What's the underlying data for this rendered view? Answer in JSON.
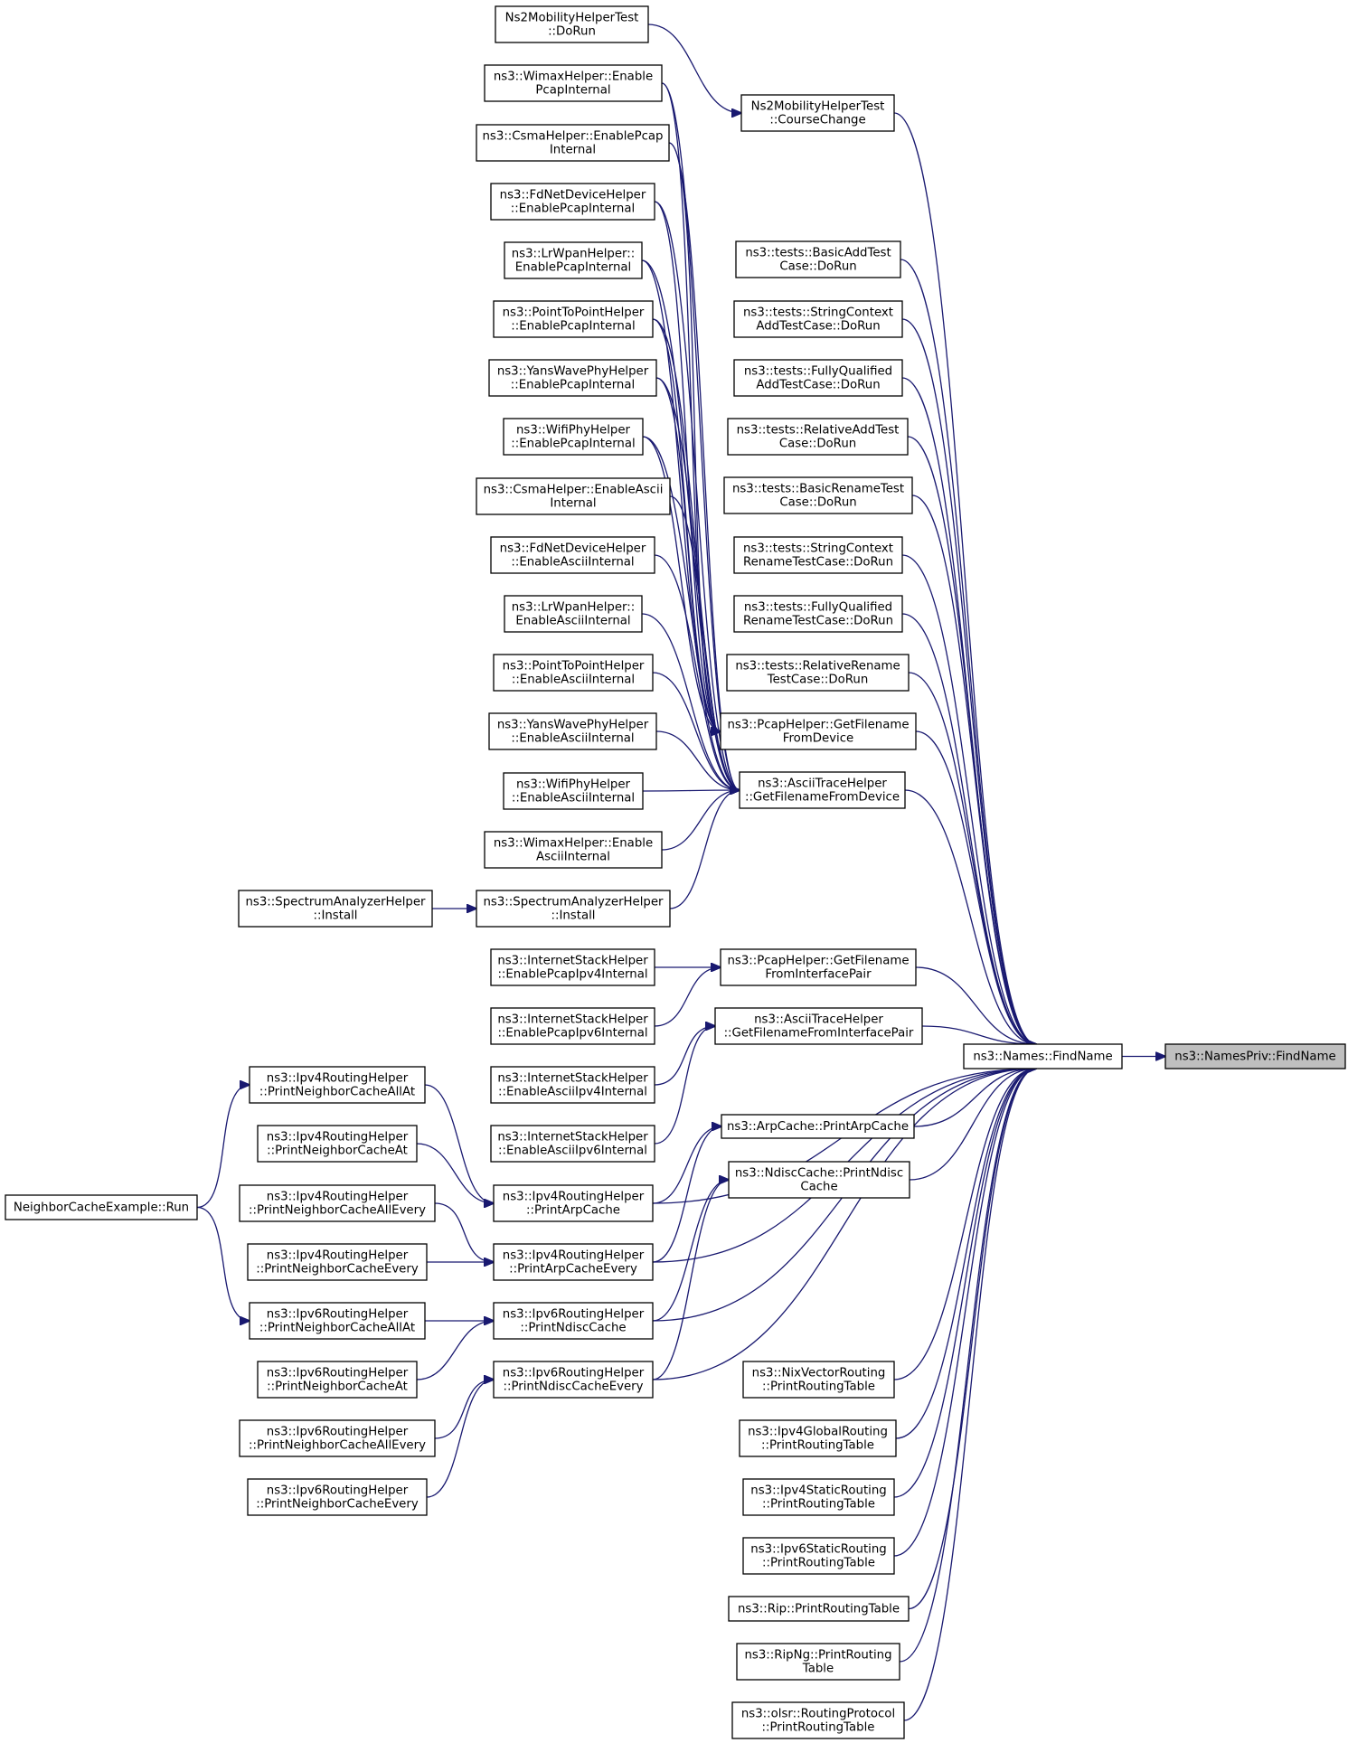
{
  "colors": {
    "edge": "#191970",
    "node_border": "#000000",
    "node_fill": "#ffffff",
    "focus_fill": "#bfbfbf"
  },
  "nodes": [
    {
      "id": "namespriv_findname",
      "lines": [
        "ns3::NamesPriv::FindName"
      ],
      "focus": true
    },
    {
      "id": "names_findname",
      "lines": [
        "ns3::Names::FindName"
      ]
    },
    {
      "id": "ns2_dorun",
      "lines": [
        "Ns2MobilityHelperTest",
        "::DoRun"
      ]
    },
    {
      "id": "ns2_coursechange",
      "lines": [
        "Ns2MobilityHelperTest",
        "::CourseChange"
      ]
    },
    {
      "id": "wimax_pcap",
      "lines": [
        "ns3::WimaxHelper::Enable",
        "PcapInternal"
      ]
    },
    {
      "id": "csma_pcap",
      "lines": [
        "ns3::CsmaHelper::EnablePcap",
        "Internal"
      ]
    },
    {
      "id": "fdnet_pcap",
      "lines": [
        "ns3::FdNetDeviceHelper",
        "::EnablePcapInternal"
      ]
    },
    {
      "id": "lrwpan_pcap",
      "lines": [
        "ns3::LrWpanHelper::",
        "EnablePcapInternal"
      ]
    },
    {
      "id": "p2p_pcap",
      "lines": [
        "ns3::PointToPointHelper",
        "::EnablePcapInternal"
      ]
    },
    {
      "id": "yans_pcap",
      "lines": [
        "ns3::YansWavePhyHelper",
        "::EnablePcapInternal"
      ]
    },
    {
      "id": "wifi_pcap",
      "lines": [
        "ns3::WifiPhyHelper",
        "::EnablePcapInternal"
      ]
    },
    {
      "id": "csma_ascii",
      "lines": [
        "ns3::CsmaHelper::EnableAscii",
        "Internal"
      ]
    },
    {
      "id": "fdnet_ascii",
      "lines": [
        "ns3::FdNetDeviceHelper",
        "::EnableAsciiInternal"
      ]
    },
    {
      "id": "lrwpan_ascii",
      "lines": [
        "ns3::LrWpanHelper::",
        "EnableAsciiInternal"
      ]
    },
    {
      "id": "p2p_ascii",
      "lines": [
        "ns3::PointToPointHelper",
        "::EnableAsciiInternal"
      ]
    },
    {
      "id": "yans_ascii",
      "lines": [
        "ns3::YansWavePhyHelper",
        "::EnableAsciiInternal"
      ]
    },
    {
      "id": "wifi_ascii",
      "lines": [
        "ns3::WifiPhyHelper",
        "::EnableAsciiInternal"
      ]
    },
    {
      "id": "wimax_ascii",
      "lines": [
        "ns3::WimaxHelper::Enable",
        "AsciiInternal"
      ]
    },
    {
      "id": "spectrum_install_l",
      "lines": [
        "ns3::SpectrumAnalyzerHelper",
        "::Install"
      ]
    },
    {
      "id": "spectrum_install_r",
      "lines": [
        "ns3::SpectrumAnalyzerHelper",
        "::Install"
      ]
    },
    {
      "id": "basic_add",
      "lines": [
        "ns3::tests::BasicAddTest",
        "Case::DoRun"
      ]
    },
    {
      "id": "string_add",
      "lines": [
        "ns3::tests::StringContext",
        "AddTestCase::DoRun"
      ]
    },
    {
      "id": "fully_add",
      "lines": [
        "ns3::tests::FullyQualified",
        "AddTestCase::DoRun"
      ]
    },
    {
      "id": "relative_add",
      "lines": [
        "ns3::tests::RelativeAddTest",
        "Case::DoRun"
      ]
    },
    {
      "id": "basic_rename",
      "lines": [
        "ns3::tests::BasicRenameTest",
        "Case::DoRun"
      ]
    },
    {
      "id": "string_rename",
      "lines": [
        "ns3::tests::StringContext",
        "RenameTestCase::DoRun"
      ]
    },
    {
      "id": "fully_rename",
      "lines": [
        "ns3::tests::FullyQualified",
        "RenameTestCase::DoRun"
      ]
    },
    {
      "id": "relative_rename",
      "lines": [
        "ns3::tests::RelativeRename",
        "TestCase::DoRun"
      ]
    },
    {
      "id": "pcap_getfn_device",
      "lines": [
        "ns3::PcapHelper::GetFilename",
        "FromDevice"
      ]
    },
    {
      "id": "ascii_getfn_device",
      "lines": [
        "ns3::AsciiTraceHelper",
        "::GetFilenameFromDevice"
      ]
    },
    {
      "id": "ish_pcap4",
      "lines": [
        "ns3::InternetStackHelper",
        "::EnablePcapIpv4Internal"
      ]
    },
    {
      "id": "ish_pcap6",
      "lines": [
        "ns3::InternetStackHelper",
        "::EnablePcapIpv6Internal"
      ]
    },
    {
      "id": "ish_ascii4",
      "lines": [
        "ns3::InternetStackHelper",
        "::EnableAsciiIpv4Internal"
      ]
    },
    {
      "id": "ish_ascii6",
      "lines": [
        "ns3::InternetStackHelper",
        "::EnableAsciiIpv6Internal"
      ]
    },
    {
      "id": "pcap_getfn_if",
      "lines": [
        "ns3::PcapHelper::GetFilename",
        "FromInterfacePair"
      ]
    },
    {
      "id": "ascii_getfn_if",
      "lines": [
        "ns3::AsciiTraceHelper",
        "::GetFilenameFromInterfacePair"
      ]
    },
    {
      "id": "arpcache_print",
      "lines": [
        "ns3::ArpCache::PrintArpCache"
      ]
    },
    {
      "id": "ndisc_print",
      "lines": [
        "ns3::NdiscCache::PrintNdisc",
        "Cache"
      ]
    },
    {
      "id": "nbr_run",
      "lines": [
        "NeighborCacheExample::Run"
      ]
    },
    {
      "id": "ipv4rh_allat",
      "lines": [
        "ns3::Ipv4RoutingHelper",
        "::PrintNeighborCacheAllAt"
      ]
    },
    {
      "id": "ipv4rh_at",
      "lines": [
        "ns3::Ipv4RoutingHelper",
        "::PrintNeighborCacheAt"
      ]
    },
    {
      "id": "ipv4rh_allevery",
      "lines": [
        "ns3::Ipv4RoutingHelper",
        "::PrintNeighborCacheAllEvery"
      ]
    },
    {
      "id": "ipv4rh_every",
      "lines": [
        "ns3::Ipv4RoutingHelper",
        "::PrintNeighborCacheEvery"
      ]
    },
    {
      "id": "ipv6rh_allat",
      "lines": [
        "ns3::Ipv6RoutingHelper",
        "::PrintNeighborCacheAllAt"
      ]
    },
    {
      "id": "ipv6rh_at",
      "lines": [
        "ns3::Ipv6RoutingHelper",
        "::PrintNeighborCacheAt"
      ]
    },
    {
      "id": "ipv6rh_allevery",
      "lines": [
        "ns3::Ipv6RoutingHelper",
        "::PrintNeighborCacheAllEvery"
      ]
    },
    {
      "id": "ipv6rh_every",
      "lines": [
        "ns3::Ipv6RoutingHelper",
        "::PrintNeighborCacheEvery"
      ]
    },
    {
      "id": "ipv4rh_printarp",
      "lines": [
        "ns3::Ipv4RoutingHelper",
        "::PrintArpCache"
      ]
    },
    {
      "id": "ipv4rh_printarpevery",
      "lines": [
        "ns3::Ipv4RoutingHelper",
        "::PrintArpCacheEvery"
      ]
    },
    {
      "id": "ipv6rh_printndisc",
      "lines": [
        "ns3::Ipv6RoutingHelper",
        "::PrintNdiscCache"
      ]
    },
    {
      "id": "ipv6rh_printndiscevery",
      "lines": [
        "ns3::Ipv6RoutingHelper",
        "::PrintNdiscCacheEvery"
      ]
    },
    {
      "id": "nix_rt",
      "lines": [
        "ns3::NixVectorRouting",
        "::PrintRoutingTable"
      ]
    },
    {
      "id": "ipv4global_rt",
      "lines": [
        "ns3::Ipv4GlobalRouting",
        "::PrintRoutingTable"
      ]
    },
    {
      "id": "ipv4static_rt",
      "lines": [
        "ns3::Ipv4StaticRouting",
        "::PrintRoutingTable"
      ]
    },
    {
      "id": "ipv6static_rt",
      "lines": [
        "ns3::Ipv6StaticRouting",
        "::PrintRoutingTable"
      ]
    },
    {
      "id": "rip_rt",
      "lines": [
        "ns3::Rip::PrintRoutingTable"
      ]
    },
    {
      "id": "ripng_rt",
      "lines": [
        "ns3::RipNg::PrintRouting",
        "Table"
      ]
    },
    {
      "id": "olsr_rt",
      "lines": [
        "ns3::olsr::RoutingProtocol",
        "::PrintRoutingTable"
      ]
    }
  ],
  "edges": [
    [
      "names_findname",
      "namespriv_findname"
    ],
    [
      "ns2_coursechange",
      "names_findname"
    ],
    [
      "ns2_dorun",
      "ns2_coursechange"
    ],
    [
      "basic_add",
      "names_findname"
    ],
    [
      "string_add",
      "names_findname"
    ],
    [
      "fully_add",
      "names_findname"
    ],
    [
      "relative_add",
      "names_findname"
    ],
    [
      "basic_rename",
      "names_findname"
    ],
    [
      "string_rename",
      "names_findname"
    ],
    [
      "fully_rename",
      "names_findname"
    ],
    [
      "relative_rename",
      "names_findname"
    ],
    [
      "pcap_getfn_device",
      "names_findname"
    ],
    [
      "ascii_getfn_device",
      "names_findname"
    ],
    [
      "wimax_pcap",
      "pcap_getfn_device"
    ],
    [
      "csma_pcap",
      "pcap_getfn_device"
    ],
    [
      "fdnet_pcap",
      "pcap_getfn_device"
    ],
    [
      "lrwpan_pcap",
      "pcap_getfn_device"
    ],
    [
      "p2p_pcap",
      "pcap_getfn_device"
    ],
    [
      "yans_pcap",
      "pcap_getfn_device"
    ],
    [
      "wifi_pcap",
      "pcap_getfn_device"
    ],
    [
      "wimax_pcap",
      "ascii_getfn_device"
    ],
    [
      "csma_pcap",
      "ascii_getfn_device"
    ],
    [
      "fdnet_pcap",
      "ascii_getfn_device"
    ],
    [
      "lrwpan_pcap",
      "ascii_getfn_device"
    ],
    [
      "p2p_pcap",
      "ascii_getfn_device"
    ],
    [
      "yans_pcap",
      "ascii_getfn_device"
    ],
    [
      "wifi_pcap",
      "ascii_getfn_device"
    ],
    [
      "csma_ascii",
      "ascii_getfn_device"
    ],
    [
      "fdnet_ascii",
      "ascii_getfn_device"
    ],
    [
      "lrwpan_ascii",
      "ascii_getfn_device"
    ],
    [
      "p2p_ascii",
      "ascii_getfn_device"
    ],
    [
      "yans_ascii",
      "ascii_getfn_device"
    ],
    [
      "wifi_ascii",
      "ascii_getfn_device"
    ],
    [
      "wimax_ascii",
      "ascii_getfn_device"
    ],
    [
      "spectrum_install_r",
      "ascii_getfn_device"
    ],
    [
      "spectrum_install_l",
      "spectrum_install_r"
    ],
    [
      "pcap_getfn_if",
      "names_findname"
    ],
    [
      "ish_pcap4",
      "pcap_getfn_if"
    ],
    [
      "ish_pcap6",
      "pcap_getfn_if"
    ],
    [
      "ascii_getfn_if",
      "names_findname"
    ],
    [
      "ish_ascii4",
      "ascii_getfn_if"
    ],
    [
      "ish_ascii6",
      "ascii_getfn_if"
    ],
    [
      "arpcache_print",
      "names_findname"
    ],
    [
      "ipv4rh_printarp",
      "arpcache_print"
    ],
    [
      "ipv4rh_printarpevery",
      "arpcache_print"
    ],
    [
      "ipv4rh_printarp",
      "names_findname"
    ],
    [
      "ipv4rh_printarpevery",
      "names_findname"
    ],
    [
      "ndisc_print",
      "names_findname"
    ],
    [
      "ipv6rh_printndisc",
      "ndisc_print"
    ],
    [
      "ipv6rh_printndiscevery",
      "ndisc_print"
    ],
    [
      "ipv6rh_printndisc",
      "names_findname"
    ],
    [
      "ipv6rh_printndiscevery",
      "names_findname"
    ],
    [
      "ipv4rh_allat",
      "ipv4rh_printarp"
    ],
    [
      "ipv4rh_at",
      "ipv4rh_printarp"
    ],
    [
      "ipv4rh_allevery",
      "ipv4rh_printarpevery"
    ],
    [
      "ipv4rh_every",
      "ipv4rh_printarpevery"
    ],
    [
      "ipv6rh_allat",
      "ipv6rh_printndisc"
    ],
    [
      "ipv6rh_at",
      "ipv6rh_printndisc"
    ],
    [
      "ipv6rh_allevery",
      "ipv6rh_printndiscevery"
    ],
    [
      "ipv6rh_every",
      "ipv6rh_printndiscevery"
    ],
    [
      "nbr_run",
      "ipv4rh_allat"
    ],
    [
      "nbr_run",
      "ipv6rh_allat"
    ],
    [
      "nix_rt",
      "names_findname"
    ],
    [
      "ipv4global_rt",
      "names_findname"
    ],
    [
      "ipv4static_rt",
      "names_findname"
    ],
    [
      "ipv6static_rt",
      "names_findname"
    ],
    [
      "rip_rt",
      "names_findname"
    ],
    [
      "ripng_rt",
      "names_findname"
    ],
    [
      "olsr_rt",
      "names_findname"
    ]
  ]
}
